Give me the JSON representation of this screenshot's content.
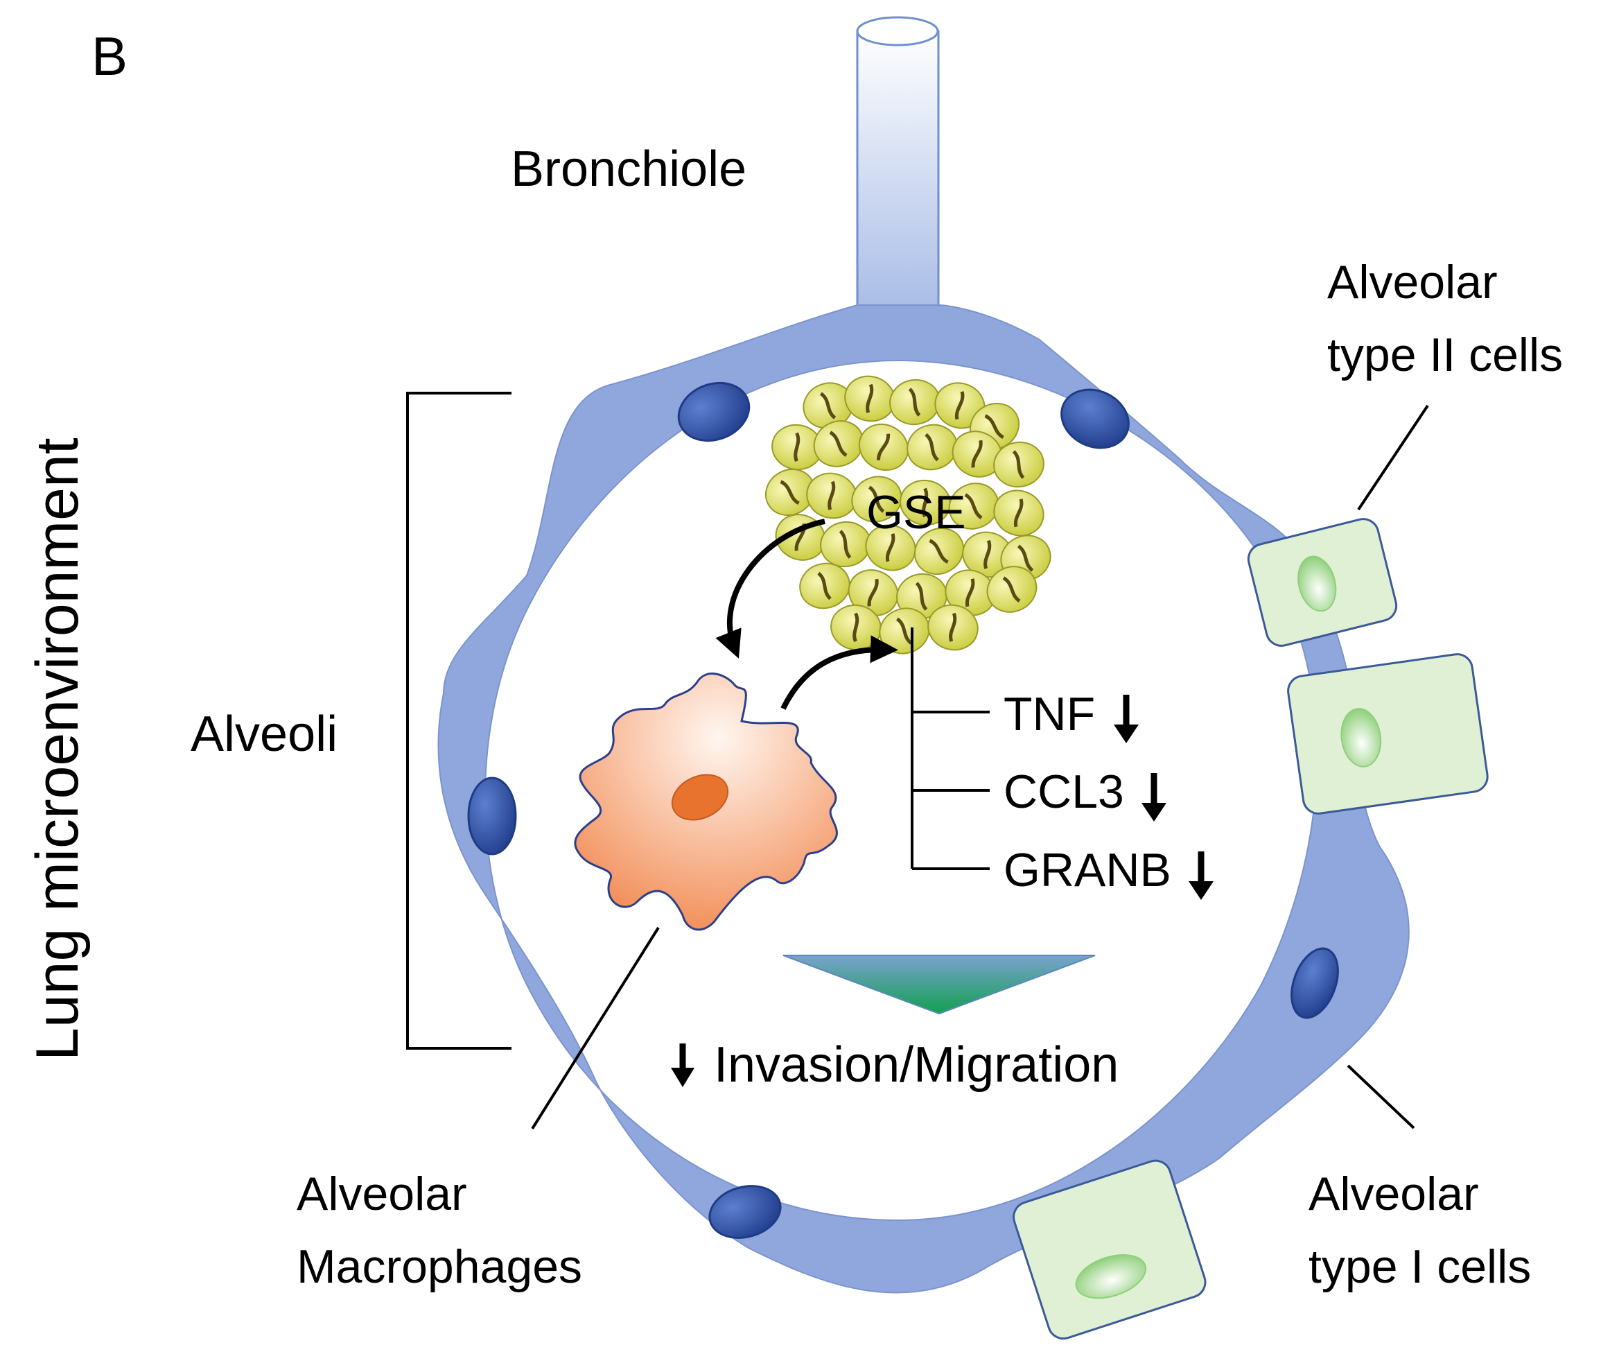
{
  "panel_label": "B",
  "side_title": "Lung microenvironment",
  "labels": {
    "bronchiole": "Bronchiole",
    "alveoli": "Alveoli",
    "type2_line1": "Alveolar",
    "type2_line2": "type II cells",
    "type1_line1": "Alveolar",
    "type1_line2": "type I cells",
    "macro_line1": "Alveolar",
    "macro_line2": "Macrophages",
    "gse": "GSE"
  },
  "effects": [
    {
      "name": "TNF",
      "direction": "down"
    },
    {
      "name": "CCL3",
      "direction": "down"
    },
    {
      "name": "GRANB",
      "direction": "down"
    }
  ],
  "outcome": {
    "text": "Invasion/Migration",
    "direction": "down"
  },
  "colors": {
    "epithelium": "#8fa7dc",
    "nucleus": "#2d4fa6",
    "type2_cell": "#dff0d5",
    "macrophage": "#f4915f",
    "macro_nucleus": "#e8732f",
    "seed": "#e6e86a",
    "triangle_top": "#6f9bc8",
    "triangle_bottom": "#16a35c"
  }
}
